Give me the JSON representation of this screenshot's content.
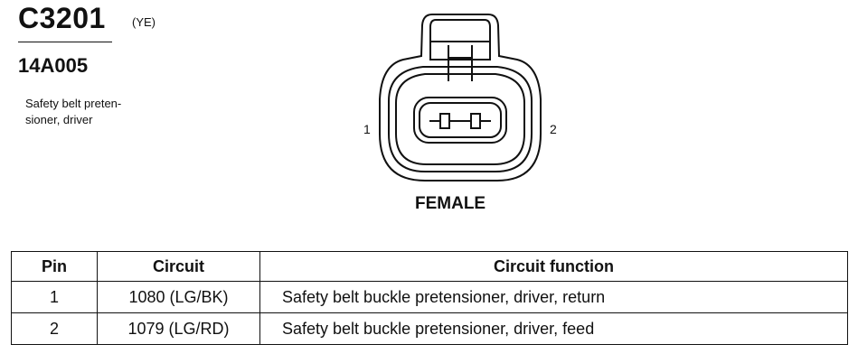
{
  "connector": {
    "id": "C3201",
    "color": "(YE)",
    "part_number": "14A005",
    "description_lines": [
      "Safety belt preten-",
      "sioner, driver"
    ]
  },
  "diagram": {
    "pin_left": "1",
    "pin_right": "2",
    "gender": "FEMALE"
  },
  "table": {
    "headers": [
      "Pin",
      "Circuit",
      "Circuit function"
    ],
    "rows": [
      {
        "pin": "1",
        "circuit": "1080 (LG/BK)",
        "function": "Safety belt buckle pretensioner, driver, return"
      },
      {
        "pin": "2",
        "circuit": "1079 (LG/RD)",
        "function": "Safety belt buckle pretensioner, driver, feed"
      }
    ]
  }
}
